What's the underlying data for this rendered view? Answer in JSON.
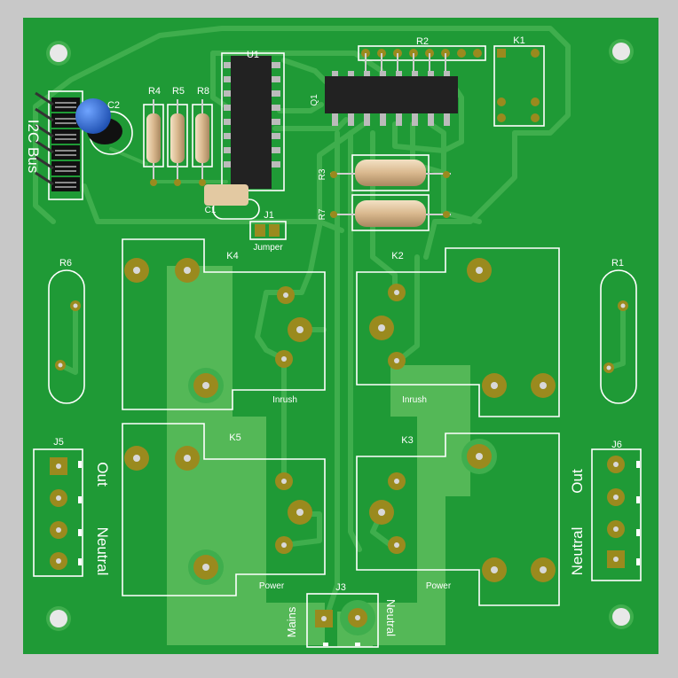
{
  "labels": {
    "r2": "R2",
    "k1": "K1",
    "u1": "U1",
    "q1": "Q1",
    "r4": "R4",
    "r5": "R5",
    "r8": "R8",
    "c2": "C2",
    "c1": "C1",
    "i2c_bus": "I2C Bus",
    "r3": "R3",
    "r7": "R7",
    "j1": "J1",
    "jumper": "Jumper",
    "r6": "R6",
    "r1": "R1",
    "k4": "K4",
    "k2": "K2",
    "k5": "K5",
    "k3": "K3",
    "inrush_left": "Inrush",
    "inrush_right": "Inrush",
    "power_left": "Power",
    "power_right": "Power",
    "j5": "J5",
    "j6": "J6",
    "j3": "J3",
    "out_left": "Out",
    "neutral_left": "Neutral",
    "out_right": "Out",
    "neutral_right": "Neutral",
    "mains": "Mains",
    "neutral_bottom": "Neutral"
  },
  "colors": {
    "background": "#c8c8c8",
    "board": "#1f9a36",
    "copper_fill": "#54b857",
    "trace": "#3fae4d",
    "pad": "#9a8a1e",
    "pad_hole": "#e0e0e0",
    "silkscreen": "#ffffff",
    "ic_body": "#222222",
    "resistor_body": "#e3c9a2",
    "capacitor_blue": "#2f6fd8"
  }
}
